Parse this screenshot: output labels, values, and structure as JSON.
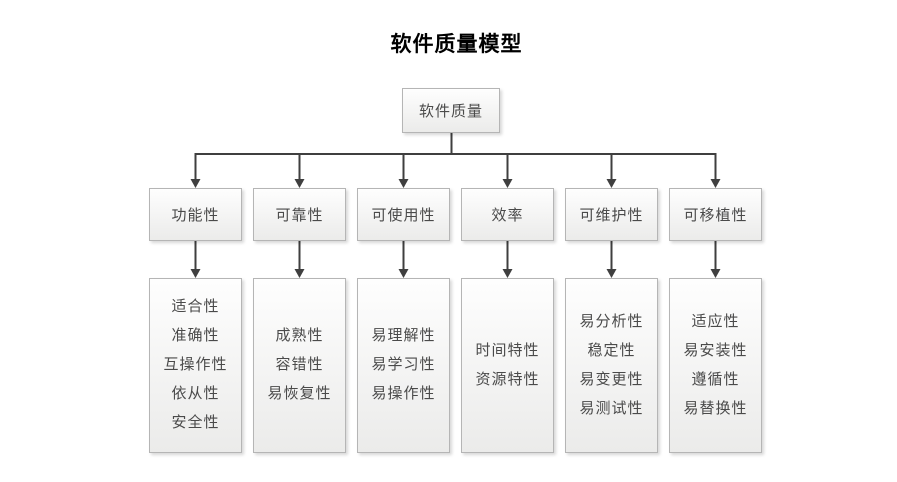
{
  "title": "软件质量模型",
  "root": {
    "label": "软件质量"
  },
  "columns": [
    {
      "label": "功能性",
      "items": [
        "适合性",
        "准确性",
        "互操作性",
        "依从性",
        "安全性"
      ]
    },
    {
      "label": "可靠性",
      "items": [
        "成熟性",
        "容错性",
        "易恢复性"
      ]
    },
    {
      "label": "可使用性",
      "items": [
        "易理解性",
        "易学习性",
        "易操作性"
      ]
    },
    {
      "label": "效率",
      "items": [
        "时间特性",
        "资源特性"
      ]
    },
    {
      "label": "可维护性",
      "items": [
        "易分析性",
        "稳定性",
        "易变更性",
        "易测试性"
      ]
    },
    {
      "label": "可移植性",
      "items": [
        "适应性",
        "易安装性",
        "遵循性",
        "易替换性"
      ]
    }
  ],
  "colors": {
    "line": "#3f3f3f",
    "box-border": "#b5b5b5",
    "box-bg-top": "#fefefe",
    "box-bg-bottom": "#ebebea",
    "box-text": "#4a4a4a",
    "title-text": "#000000",
    "canvas-bg": "#ffffff"
  }
}
